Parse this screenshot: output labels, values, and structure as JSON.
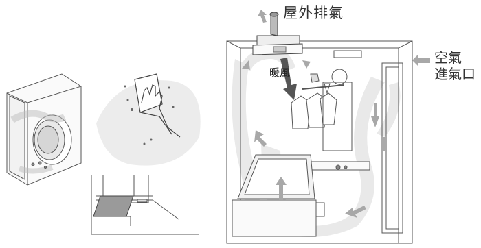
{
  "labels": {
    "exhaust": "屋外排氣",
    "intake_line1": "空氣",
    "intake_line2": "進氣口",
    "warm_air": "暖風"
  },
  "colors": {
    "line": "#555555",
    "airflow": "#e8e8e8",
    "arrow": "#a8a8a8",
    "arrow_dark": "#555555",
    "mat": "#9a9a9a"
  },
  "icons": [
    "washing-machine-icon",
    "cloth-wipe-icon",
    "dryer-vent-icon",
    "clothes-hanging-icon",
    "bathtub-icon",
    "shower-door-icon"
  ]
}
